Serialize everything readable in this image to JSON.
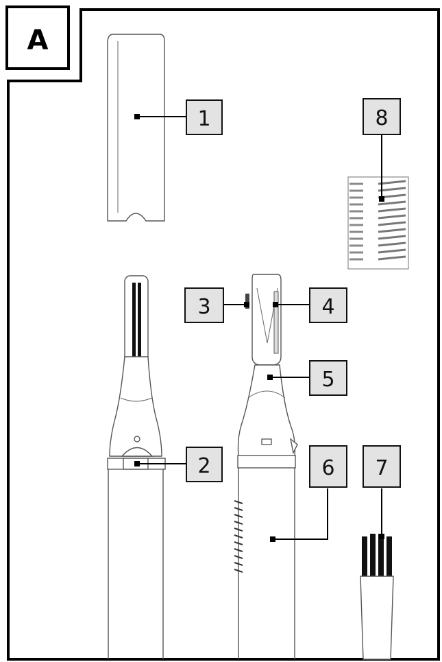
{
  "panel": {
    "letter": "A"
  },
  "callouts": [
    {
      "label": "1",
      "part": "protective-cap"
    },
    {
      "label": "2",
      "part": "on-off-switch"
    },
    {
      "label": "3",
      "part": "trimmer-head-side"
    },
    {
      "label": "4",
      "part": "trimmer-head-side"
    },
    {
      "label": "5",
      "part": "trimming-head"
    },
    {
      "label": "6",
      "part": "battery-compartment"
    },
    {
      "label": "7",
      "part": "cleaning-brush"
    },
    {
      "label": "8",
      "part": "comb-attachment"
    }
  ]
}
